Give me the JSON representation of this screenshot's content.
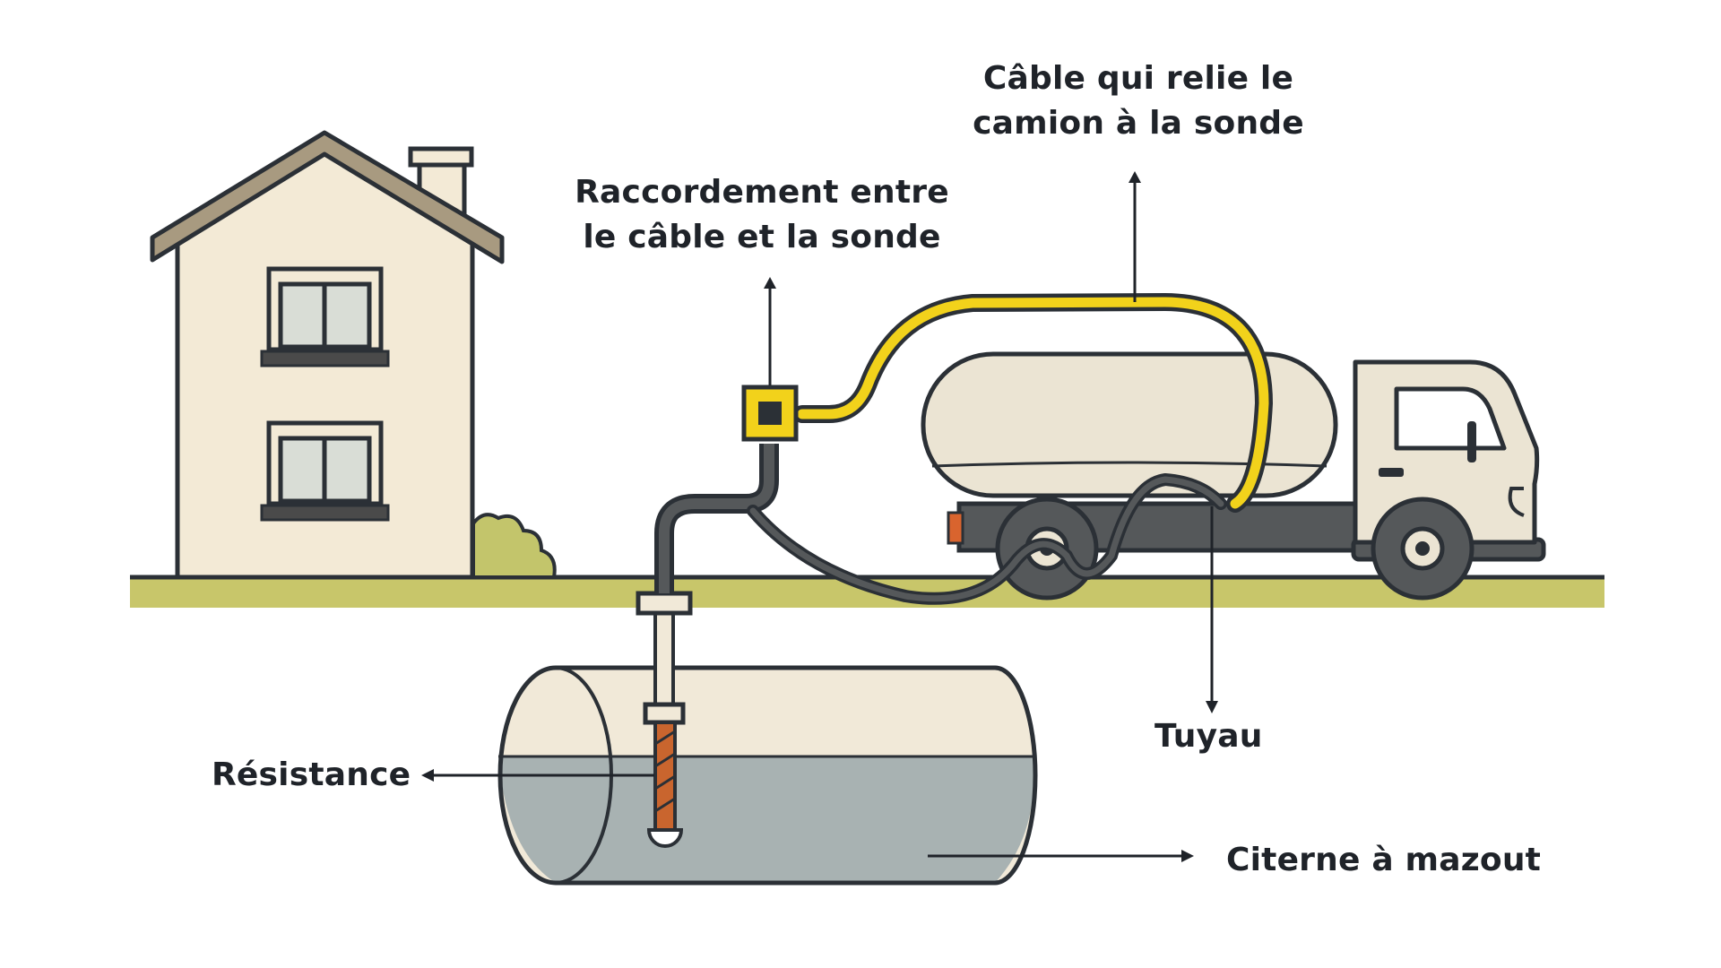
{
  "labels": {
    "cable_line1": "Câble qui relie le",
    "cable_line2": "camion à la sonde",
    "connection_line1": "Raccordement entre",
    "connection_line2": "le câble et la sonde",
    "pipe": "Tuyau",
    "resistance": "Résistance",
    "tank": "Citerne à mazout"
  },
  "colors": {
    "outline": "#2b3036",
    "ground": "#c8c66a",
    "house_wall": "#f3ead6",
    "roof": "#a89a80",
    "window_frame": "#4a4a4a",
    "window_glass": "#d9ddd6",
    "cable_yellow": "#f2d21b",
    "hose": "#55585a",
    "fuel": "#a8b2b2",
    "tank_body": "#f1e9d8",
    "resistance_copper": "#c9652e",
    "truck_body": "#ebe4d3",
    "bush": "#c3c56b"
  }
}
